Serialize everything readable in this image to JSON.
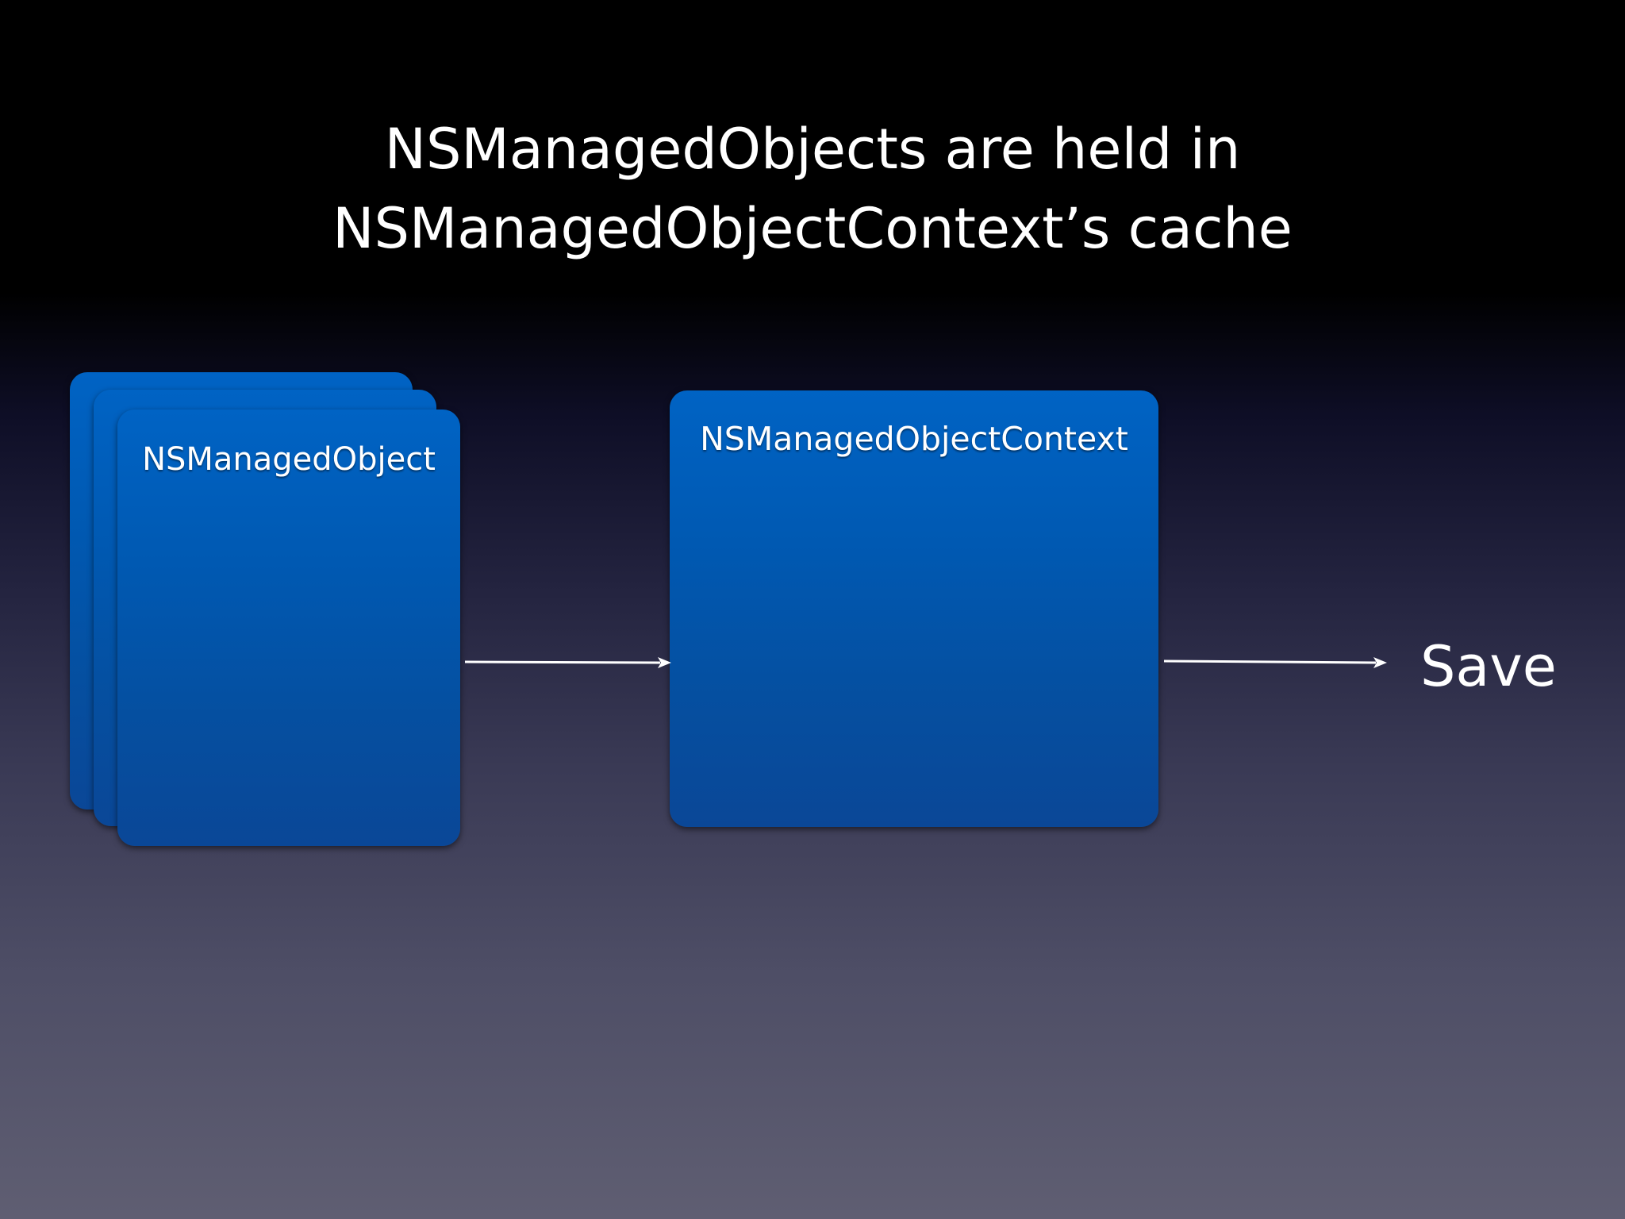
{
  "slide": {
    "title_lines": [
      "NSManagedObjects are held in",
      "NSManagedObjectContext’s cache"
    ]
  },
  "diagram": {
    "object_stack": {
      "label": "NSManagedObject",
      "count": 3
    },
    "context": {
      "label": "NSManagedObjectContext"
    },
    "save_label": "Save"
  },
  "colors": {
    "box_fill": "#0059b2",
    "text": "#ffffff",
    "arrow": "#ffffff"
  }
}
